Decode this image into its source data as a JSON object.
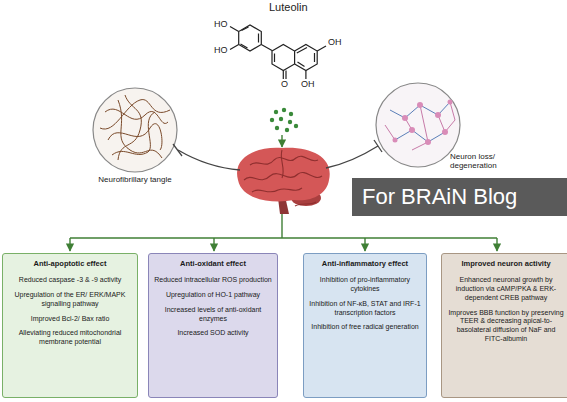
{
  "diagram": {
    "nodes": [
      {
        "text": [
          "Neurofibrillary tangle"
        ]
      },
      {
        "text": [
          "Neuron loss/ degeneration"
        ]
      },
      {
        "text": [
          "Anti-apoptotic effect",
          "Reduced caspase -3 & -9 activity",
          "Upregulation of the ER/ ERK/MAPK signalling pathway",
          "Improved Bcl-2/ Bax ratio",
          "Alleviating reduced mitochondrial membrane potential"
        ]
      },
      {
        "text": [
          "Anti-oxidant effect",
          "Reduced intracellular ROS production",
          "Upregulation of HO-1 pathway",
          "Increased levels of anti-oxidant enzymes",
          "Increased SOD activity"
        ]
      },
      {
        "text": [
          "Anti-inflammatory effect",
          "Inhibition of pro-inflammatory cytokines",
          "Inhibition of NF-κB, STAT and IRF-1 transcription factors",
          "Inhibition of free radical generation"
        ]
      },
      {
        "text": [
          "Improved neuron activity",
          "Enhanced neuronal growth by induction via cAMP/PKA & ERK-dependent CREB pathway",
          "Improves BBB function by preserving TEER & decreasing apical-to-basolateral diffusion of NaF and FITC-albumin"
        ]
      }
    ],
    "labels": [
      "Luteolin",
      "HO",
      "HO",
      "OH",
      "O",
      "OH",
      "For BRAiN Blog"
    ]
  }
}
